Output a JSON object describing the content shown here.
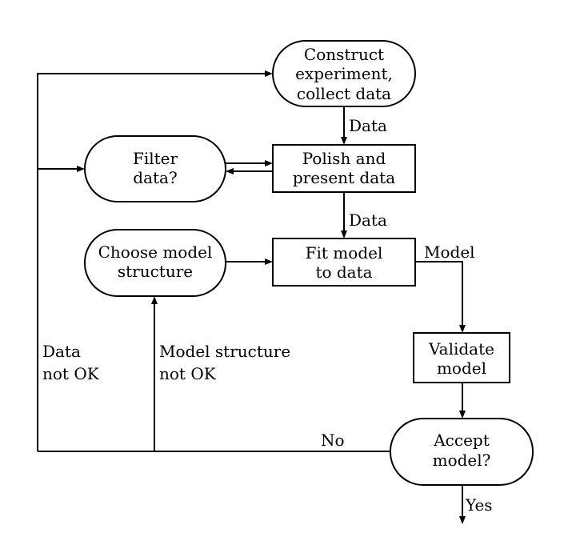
{
  "nodes": {
    "construct": {
      "lines": [
        "Construct",
        "experiment,",
        "collect data"
      ]
    },
    "filter": {
      "lines": [
        "Filter",
        "data?"
      ]
    },
    "polish": {
      "lines": [
        "Polish and",
        "present data"
      ]
    },
    "choose": {
      "lines": [
        "Choose model",
        "structure"
      ]
    },
    "fit": {
      "lines": [
        "Fit model",
        "to data"
      ]
    },
    "validate": {
      "lines": [
        "Validate",
        "model"
      ]
    },
    "accept": {
      "lines": [
        "Accept",
        "model?"
      ]
    }
  },
  "edge_labels": {
    "data_1": "Data",
    "data_2": "Data",
    "model": "Model",
    "no": "No",
    "yes": "Yes",
    "data_not_ok": [
      "Data",
      "not OK"
    ],
    "model_not_ok": [
      "Model structure",
      "not OK"
    ]
  }
}
